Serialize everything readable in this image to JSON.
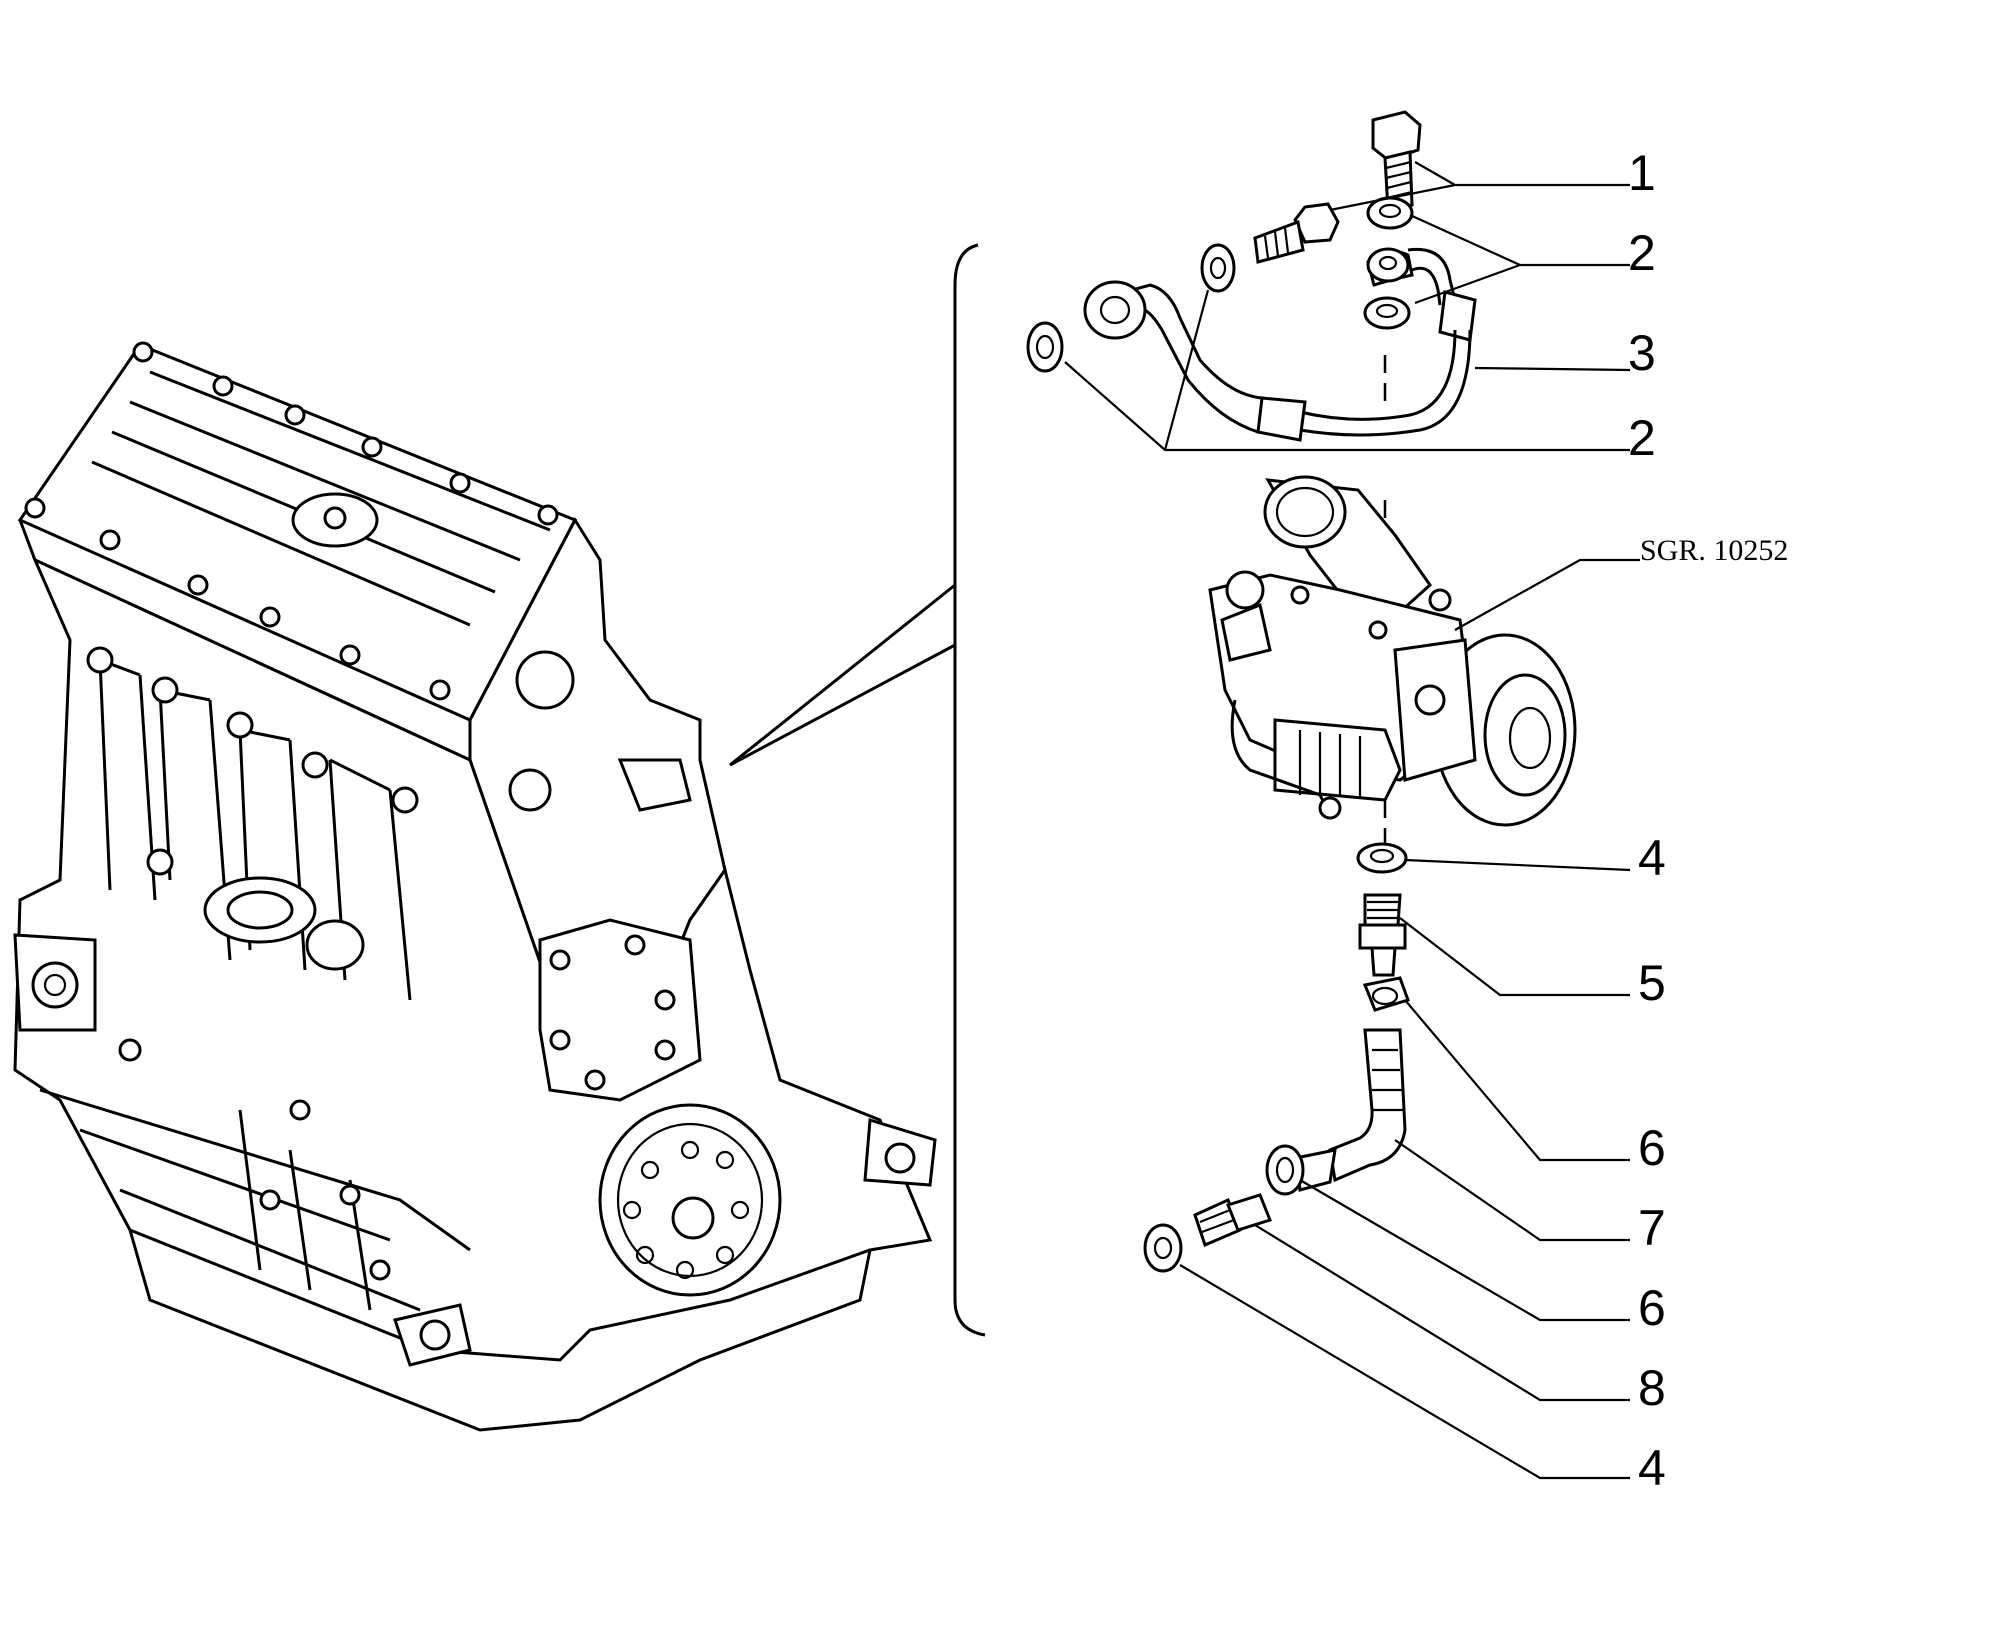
{
  "diagram": {
    "reference_code": "SGR.  10252",
    "callouts": [
      {
        "id": "c1",
        "label": "1"
      },
      {
        "id": "c2a",
        "label": "2"
      },
      {
        "id": "c3",
        "label": "3"
      },
      {
        "id": "c2b",
        "label": "2"
      },
      {
        "id": "c4a",
        "label": "4"
      },
      {
        "id": "c5",
        "label": "5"
      },
      {
        "id": "c6a",
        "label": "6"
      },
      {
        "id": "c7",
        "label": "7"
      },
      {
        "id": "c6b",
        "label": "6"
      },
      {
        "id": "c8",
        "label": "8"
      },
      {
        "id": "c4b",
        "label": "4"
      }
    ]
  }
}
